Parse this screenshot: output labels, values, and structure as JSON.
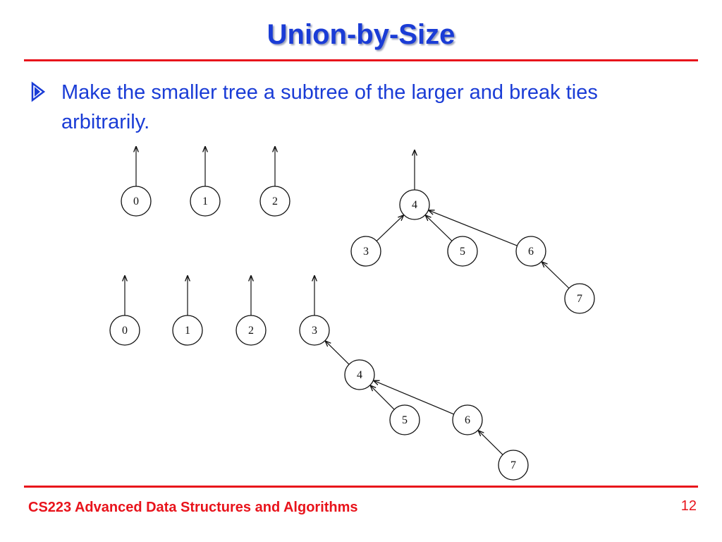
{
  "slide": {
    "title": "Union-by-Size",
    "bullet": "Make the smaller tree a subtree of the larger and break ties arbitrarily.",
    "footer_course": "CS223 Advanced Data Structures and Algorithms",
    "page_number": "12"
  },
  "colors": {
    "title": "#1a3cd6",
    "bullet_text": "#1a3cd6",
    "rule": "#e8131b",
    "footer": "#e8131b"
  },
  "diagrams": [
    {
      "name": "forest-before-union",
      "nodes": [
        "0",
        "1",
        "2",
        "3",
        "4",
        "5",
        "6",
        "7"
      ],
      "roots": [
        "0",
        "1",
        "2",
        "4"
      ],
      "edges": [
        {
          "child": "3",
          "parent": "4"
        },
        {
          "child": "5",
          "parent": "4"
        },
        {
          "child": "6",
          "parent": "4"
        },
        {
          "child": "7",
          "parent": "6"
        }
      ]
    },
    {
      "name": "forest-after-union",
      "nodes": [
        "0",
        "1",
        "2",
        "3",
        "4",
        "5",
        "6",
        "7"
      ],
      "roots": [
        "0",
        "1",
        "2",
        "3"
      ],
      "edges": [
        {
          "child": "4",
          "parent": "3"
        },
        {
          "child": "5",
          "parent": "4"
        },
        {
          "child": "6",
          "parent": "4"
        },
        {
          "child": "7",
          "parent": "6"
        }
      ]
    }
  ]
}
